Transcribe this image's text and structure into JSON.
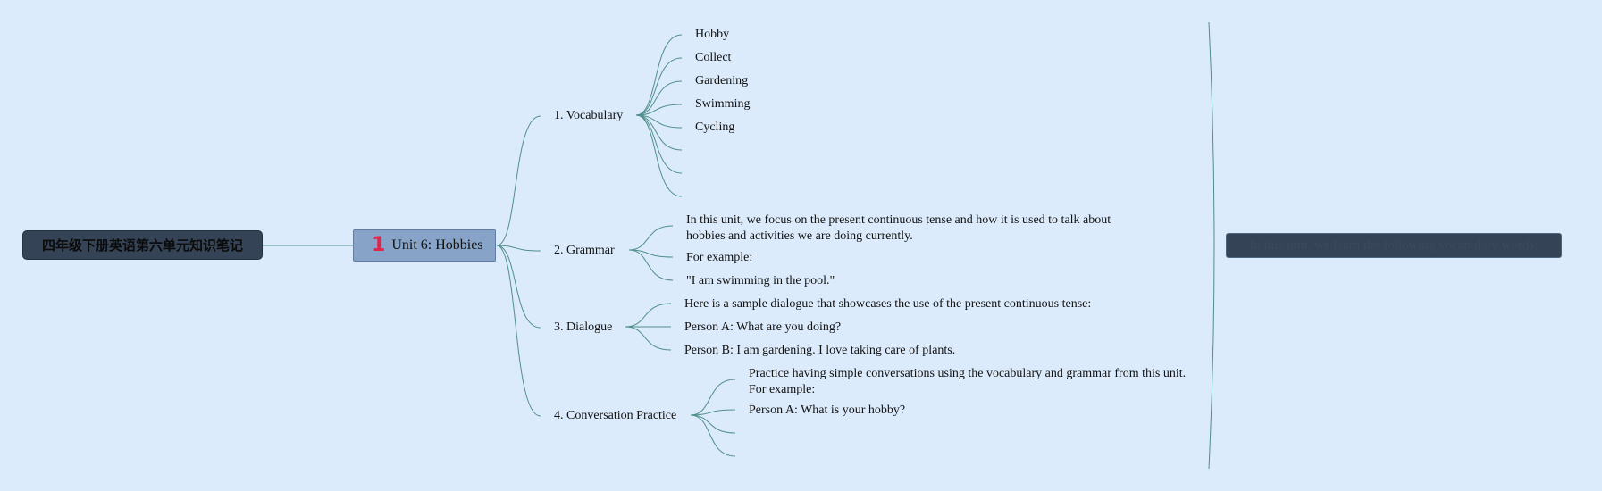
{
  "root": {
    "label": "四年级下册英语第六单元知识笔记"
  },
  "central": {
    "number": "1",
    "label": "Unit 6: Hobbies"
  },
  "branches": [
    {
      "label": "1. Vocabulary",
      "items": [
        "Hobby",
        "Collect",
        "Gardening",
        "Swimming",
        "Cycling",
        "",
        "",
        ""
      ]
    },
    {
      "label": "2. Grammar",
      "items": [
        "In this unit, we focus on the present continuous tense and how it is used to talk about hobbies and activities we are doing currently.",
        "For example:",
        "\"I am swimming in the pool.\""
      ]
    },
    {
      "label": "3. Dialogue",
      "items": [
        "Here is a sample dialogue that showcases the use of the present continuous tense:",
        "Person A: What are you doing?",
        "Person B: I am gardening. I love taking care of plants."
      ]
    },
    {
      "label": "4. Conversation Practice",
      "items": [
        "Practice having simple conversations using the vocabulary and grammar from this unit. For example:",
        "Person A: What is your hobby?",
        "",
        ""
      ]
    }
  ],
  "summary": {
    "label": "In this unit, we learn the following vocabulary words:"
  },
  "colors": {
    "line": "#4f8f8a",
    "root_bg": "#344356",
    "central_bg": "#87a4c8",
    "background": "#dcebfb"
  }
}
